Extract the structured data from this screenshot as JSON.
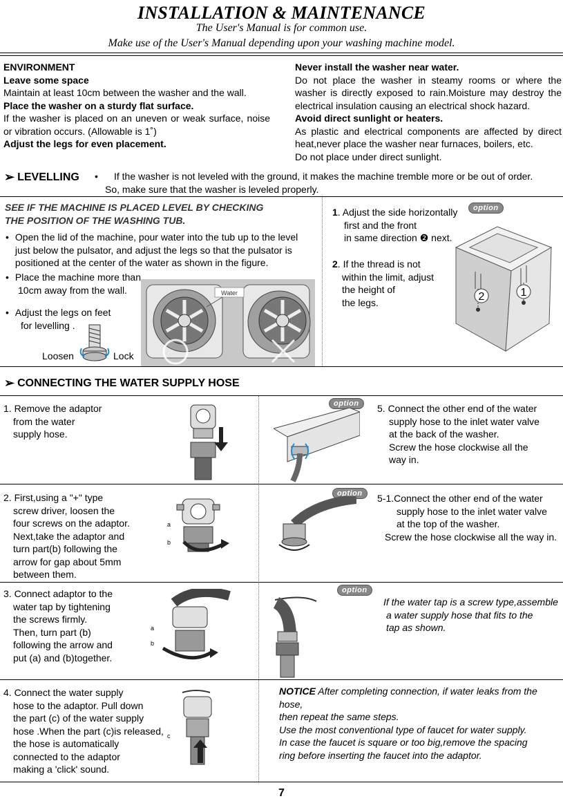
{
  "header": {
    "title": "INSTALLATION & MAINTENANCE",
    "subtitle1": "The User's Manual is for common use.",
    "subtitle2": "Make use of the User's Manual depending upon your washing machine model."
  },
  "environment": {
    "heading": "ENVIRONMENT",
    "h1": "Leave some space",
    "p1": "Maintain at least 10cm between the washer and the wall.",
    "h2": "Place the washer on a sturdy flat surface.",
    "p2": "If the washer is placed on an uneven or weak surface, noise or vibration occurs. (Allowable is 1˚)",
    "h3": "Adjust the legs for even placement.",
    "h4": "Never install the washer near water.",
    "p4": "Do not place the washer in steamy rooms or where the washer is directly exposed to rain.Moisture may destroy the electrical insulation causing an electrical shock hazard.",
    "h5": "Avoid direct sunlight or heaters.",
    "p5": "As plastic and electrical components are affected by direct heat,never place the washer near furnaces, boilers, etc.",
    "p6": "Do not place under direct sunlight."
  },
  "levelling": {
    "heading": "LEVELLING",
    "bullet_line1": "If the washer is not leveled with the ground, it makes the machine tremble more or be out of order.",
    "bullet_line2": "So, make sure that the washer is leveled properly.",
    "check_line1": "SEE IF THE MACHINE IS PLACED LEVEL BY CHECKING",
    "check_line2": "THE POSITION OF THE WASHING TUB.",
    "b1": "Open the lid of the machine, pour water into the tub up to the level just below the pulsator, and adjust the legs so that the pulsator is positioned at the center of the water as shown in the figure.",
    "b2_line1": "Place the machine more than",
    "b2_line2": "10cm away from the wall.",
    "b3_line1": "Adjust the legs on feet",
    "b3_line2": "for levelling .",
    "loosen": "Loosen",
    "lock": "Lock",
    "water_label": "Water",
    "step1_num": "1",
    "step1_a": ". Adjust the side horizontally",
    "step1_b": "first and the front",
    "step1_c": "in same direction ❷ next.",
    "step2_num": "2",
    "step2_a": ". If the thread is not",
    "step2_b": "within the limit, adjust",
    "step2_c": "the height of",
    "step2_d": "the legs.",
    "option": "option",
    "circle1": "1",
    "circle2": "2"
  },
  "hose": {
    "heading": "CONNECTING THE WATER SUPPLY HOSE",
    "s1": [
      "1. Remove the adaptor",
      "from the water",
      "supply hose."
    ],
    "s2": [
      "2. First,using a \"+\" type",
      "screw driver, loosen the",
      "four screws on the adaptor.",
      "Next,take the adaptor and",
      "turn part(b) following the",
      "arrow for gap about 5mm",
      "between them."
    ],
    "s3": [
      "3. Connect adaptor to the",
      "water tap by tightening",
      "the screws firmly.",
      "Then, turn part (b)",
      "following the arrow and",
      "put (a) and (b)together."
    ],
    "s4": [
      "4. Connect the water supply",
      "hose to the adaptor. Pull down",
      "the part (c) of the water supply",
      "hose .When the part (c)is released,",
      "the hose is automatically",
      "connected to the adaptor",
      "making a 'click' sound."
    ],
    "s5": [
      "5. Connect the other end of the water",
      "supply hose to the inlet water valve",
      "at the back of the washer.",
      "Screw the hose clockwise all the",
      "way in."
    ],
    "s51": [
      "5-1.Connect the other end of the water",
      "supply hose to the inlet water valve",
      "at the top of the washer.",
      "Screw the hose clockwise all the way in."
    ],
    "screw": [
      "If the water tap is a screw type,assemble",
      "a water supply hose that fits to the",
      "tap as shown."
    ],
    "label_a": "a",
    "label_b": "b",
    "label_c": "c",
    "option": "option",
    "notice_label": "NOTICE",
    "notice_1": " After completing connection, if water leaks from the hose,",
    "notice_2": "then repeat the same steps.",
    "notice_3": "Use the most conventional type of faucet for water supply.",
    "notice_4": "In case the faucet is square or too big,remove the spacing",
    "notice_5": "ring before inserting the faucet into the adaptor."
  },
  "footer": {
    "page_number": "7"
  }
}
